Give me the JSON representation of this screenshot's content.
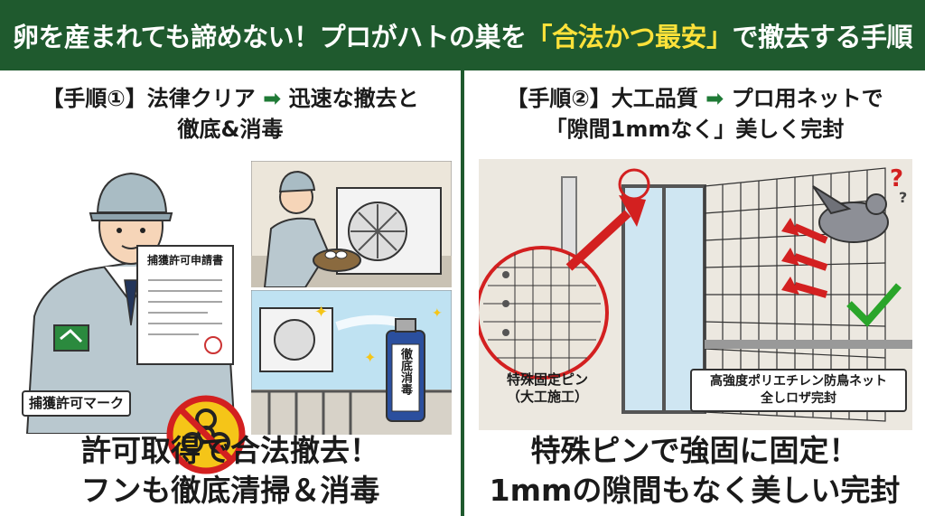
{
  "title": {
    "prefix": "卵を産まれても諦めない！プロがハトの巣を",
    "highlight": "「合法かつ最安」",
    "suffix": "で撤去する手順"
  },
  "left": {
    "head_line1_a": "【手順①】法律クリア",
    "head_line1_b": "迅速な撤去と",
    "head_line2": "徹底&消毒",
    "document_title": "捕獲許可申請書",
    "badge_label": "捕獲許可マーク",
    "spray_label": "徹底消毒",
    "caption_line1": "許可取得で合法撤去！",
    "caption_line2": "フンも徹底清掃＆消毒"
  },
  "right": {
    "head_line1_a": "【手順②】大工品質",
    "head_line1_b": "プロ用ネットで",
    "head_line2": "「隙間1mmなく」美しく完封",
    "pin_label_1": "特殊固定ピン",
    "pin_label_2": "（大工施工）",
    "net_label_1": "高強度ポリエチレン防鳥ネット",
    "net_label_2": "全しロザ完封",
    "caption_line1": "特殊ピンで強固に固定！",
    "caption_line2": "1mmの隙間もなく美しい完封"
  },
  "colors": {
    "green": "#1f5a2e",
    "yellow": "#ffe23a",
    "red": "#d32020",
    "check": "#2aa52a"
  }
}
